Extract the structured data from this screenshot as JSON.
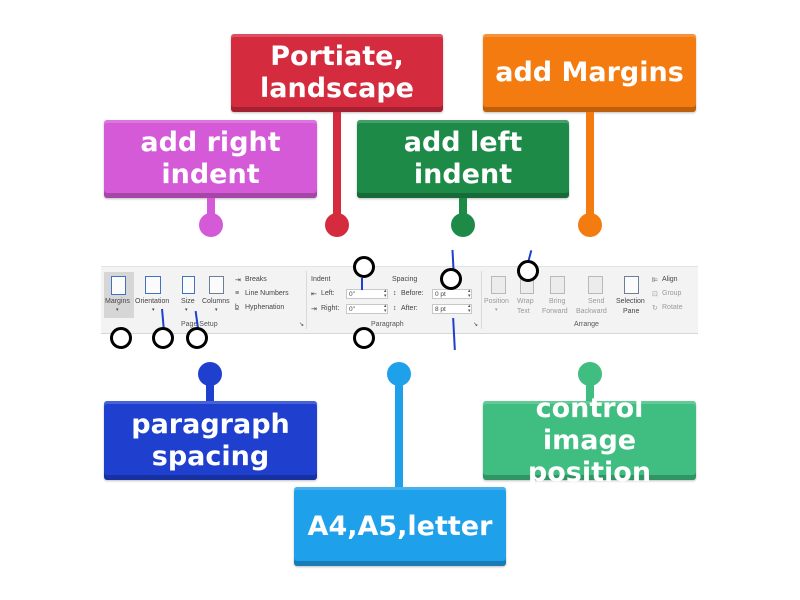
{
  "labels": {
    "orientation": "Portiate, landscape",
    "margins": "add Margins",
    "right_indent": "add right indent",
    "left_indent": "add left indent",
    "paragraph_spacing": "paragraph spacing",
    "image_position": "control image position",
    "size": "A4,A5,letter"
  },
  "ribbon": {
    "page_setup": {
      "margins": "Margins",
      "orientation": "Orientation",
      "size": "Size",
      "columns": "Columns",
      "breaks": "Breaks",
      "line_numbers": "Line Numbers",
      "hyphenation": "Hyphenation",
      "group_label": "Page Setup"
    },
    "paragraph": {
      "indent_title": "Indent",
      "left_label": "Left:",
      "left_value": "0\"",
      "right_label": "Right:",
      "right_value": "0\"",
      "spacing_title": "Spacing",
      "before_label": "Before:",
      "before_value": "0 pt",
      "after_label": "After:",
      "after_value": "8 pt",
      "group_label": "Paragraph"
    },
    "arrange": {
      "position": "Position",
      "wrap_text_1": "Wrap",
      "wrap_text_2": "Text",
      "bring_forward_1": "Bring",
      "bring_forward_2": "Forward",
      "send_backward_1": "Send",
      "send_backward_2": "Backward",
      "selection_pane_1": "Selection",
      "selection_pane_2": "Pane",
      "align": "Align",
      "group": "Group",
      "rotate": "Rotate",
      "group_label": "Arrange"
    }
  },
  "colors": {
    "orientation": "#d42b3f",
    "margins": "#f47b0f",
    "right_indent": "#d45ad8",
    "left_indent": "#1e8a48",
    "paragraph_spacing": "#1f3fcf",
    "image_position": "#40bd80",
    "size": "#1fa0ea"
  }
}
